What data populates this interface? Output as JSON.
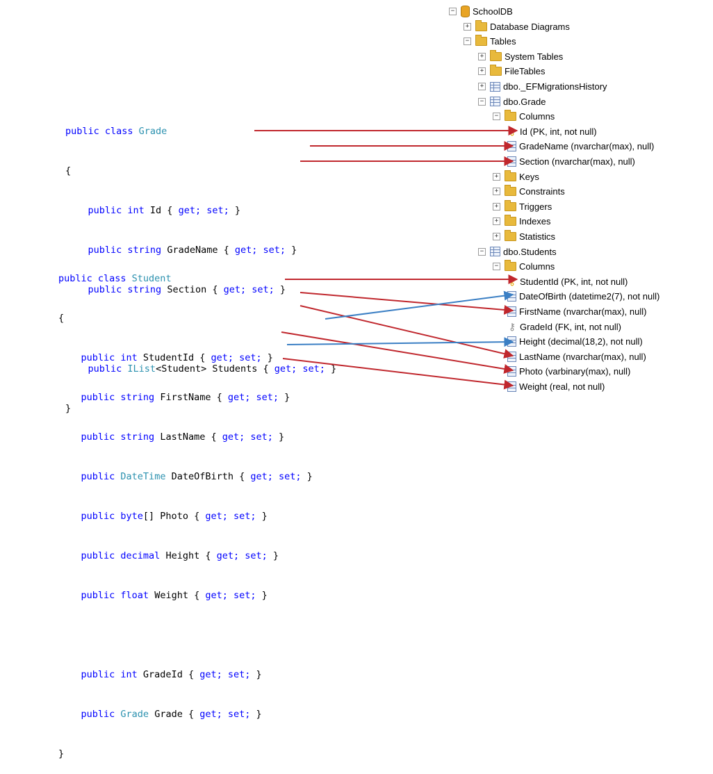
{
  "grade_class": {
    "line1_kw": "public class ",
    "line1_type": "Grade",
    "open": "{",
    "close": "}",
    "props": [
      {
        "kw": "public int ",
        "name": "Id { ",
        "acc": "get; set;",
        "end": " }"
      },
      {
        "kw": "public string ",
        "name": "GradeName { ",
        "acc": "get; set;",
        "end": " }"
      },
      {
        "kw": "public string ",
        "name": "Section { ",
        "acc": "get; set;",
        "end": " }"
      }
    ],
    "students_kw": "public ",
    "students_type": "IList",
    "students_generic": "<Student> Students { ",
    "students_acc": "get; set;",
    "students_end": " }"
  },
  "student_class": {
    "line1_kw": "public class ",
    "line1_type": "Student",
    "open": "{",
    "close": "}",
    "props": [
      {
        "kw": "public int ",
        "type": "",
        "name": "StudentId { ",
        "acc": "get; set;",
        "end": " }"
      },
      {
        "kw": "public string ",
        "type": "",
        "name": "FirstName { ",
        "acc": "get; set;",
        "end": " }"
      },
      {
        "kw": "public string ",
        "type": "",
        "name": "LastName { ",
        "acc": "get; set;",
        "end": " }"
      },
      {
        "kw": "public ",
        "type": "DateTime",
        "name": " DateOfBirth { ",
        "acc": "get; set;",
        "end": " }"
      },
      {
        "kw": "public byte",
        "type": "",
        "name": "[] Photo { ",
        "acc": "get; set;",
        "end": " }"
      },
      {
        "kw": "public decimal ",
        "type": "",
        "name": "Height { ",
        "acc": "get; set;",
        "end": " }"
      },
      {
        "kw": "public float ",
        "type": "",
        "name": "Weight { ",
        "acc": "get; set;",
        "end": " }"
      }
    ],
    "gradeid": {
      "kw": "public int ",
      "name": "GradeId { ",
      "acc": "get; set;",
      "end": " }"
    },
    "grade": {
      "kw": "public ",
      "type": "Grade",
      "name": " Grade { ",
      "acc": "get; set;",
      "end": " }"
    }
  },
  "tree": [
    {
      "label": "SchoolDB",
      "icon": "database-icon",
      "exp": "−"
    },
    {
      "label": "Database Diagrams",
      "icon": "folder-icon",
      "exp": "+"
    },
    {
      "label": "Tables",
      "icon": "folder-icon",
      "exp": "−"
    },
    {
      "label": "System Tables",
      "icon": "folder-icon",
      "exp": "+"
    },
    {
      "label": "FileTables",
      "icon": "folder-icon",
      "exp": "+"
    },
    {
      "label": "dbo._EFMigrationsHistory",
      "icon": "table-icon",
      "exp": "+"
    },
    {
      "label": "dbo.Grade",
      "icon": "table-icon",
      "exp": "−"
    },
    {
      "label": "Columns",
      "icon": "folder-icon",
      "exp": "−"
    },
    {
      "label": "Id (PK, int, not null)",
      "icon": "primary-key-icon",
      "exp": ""
    },
    {
      "label": "GradeName (nvarchar(max), null)",
      "icon": "column-icon",
      "exp": ""
    },
    {
      "label": "Section (nvarchar(max), null)",
      "icon": "column-icon",
      "exp": ""
    },
    {
      "label": "Keys",
      "icon": "folder-icon",
      "exp": "+"
    },
    {
      "label": "Constraints",
      "icon": "folder-icon",
      "exp": "+"
    },
    {
      "label": "Triggers",
      "icon": "folder-icon",
      "exp": "+"
    },
    {
      "label": "Indexes",
      "icon": "folder-icon",
      "exp": "+"
    },
    {
      "label": "Statistics",
      "icon": "folder-icon",
      "exp": "+"
    },
    {
      "label": "dbo.Students",
      "icon": "table-icon",
      "exp": "−"
    },
    {
      "label": "Columns",
      "icon": "folder-icon",
      "exp": "−"
    },
    {
      "label": "StudentId (PK, int, not null)",
      "icon": "primary-key-icon",
      "exp": ""
    },
    {
      "label": "DateOfBirth (datetime2(7), not null)",
      "icon": "column-icon",
      "exp": ""
    },
    {
      "label": "FirstName (nvarchar(max), null)",
      "icon": "column-icon",
      "exp": ""
    },
    {
      "label": "GradeId (FK, int, not null)",
      "icon": "foreign-key-icon",
      "exp": ""
    },
    {
      "label": "Height (decimal(18,2), not null)",
      "icon": "column-icon",
      "exp": ""
    },
    {
      "label": "LastName (nvarchar(max), null)",
      "icon": "column-icon",
      "exp": ""
    },
    {
      "label": "Photo (varbinary(max), null)",
      "icon": "column-icon",
      "exp": ""
    },
    {
      "label": "Weight (real, not null)",
      "icon": "column-icon",
      "exp": ""
    }
  ],
  "colors": {
    "arrow_red": "#c0272d",
    "arrow_blue": "#3b7fc4",
    "keyword": "#0000ff",
    "type": "#2b91af"
  }
}
